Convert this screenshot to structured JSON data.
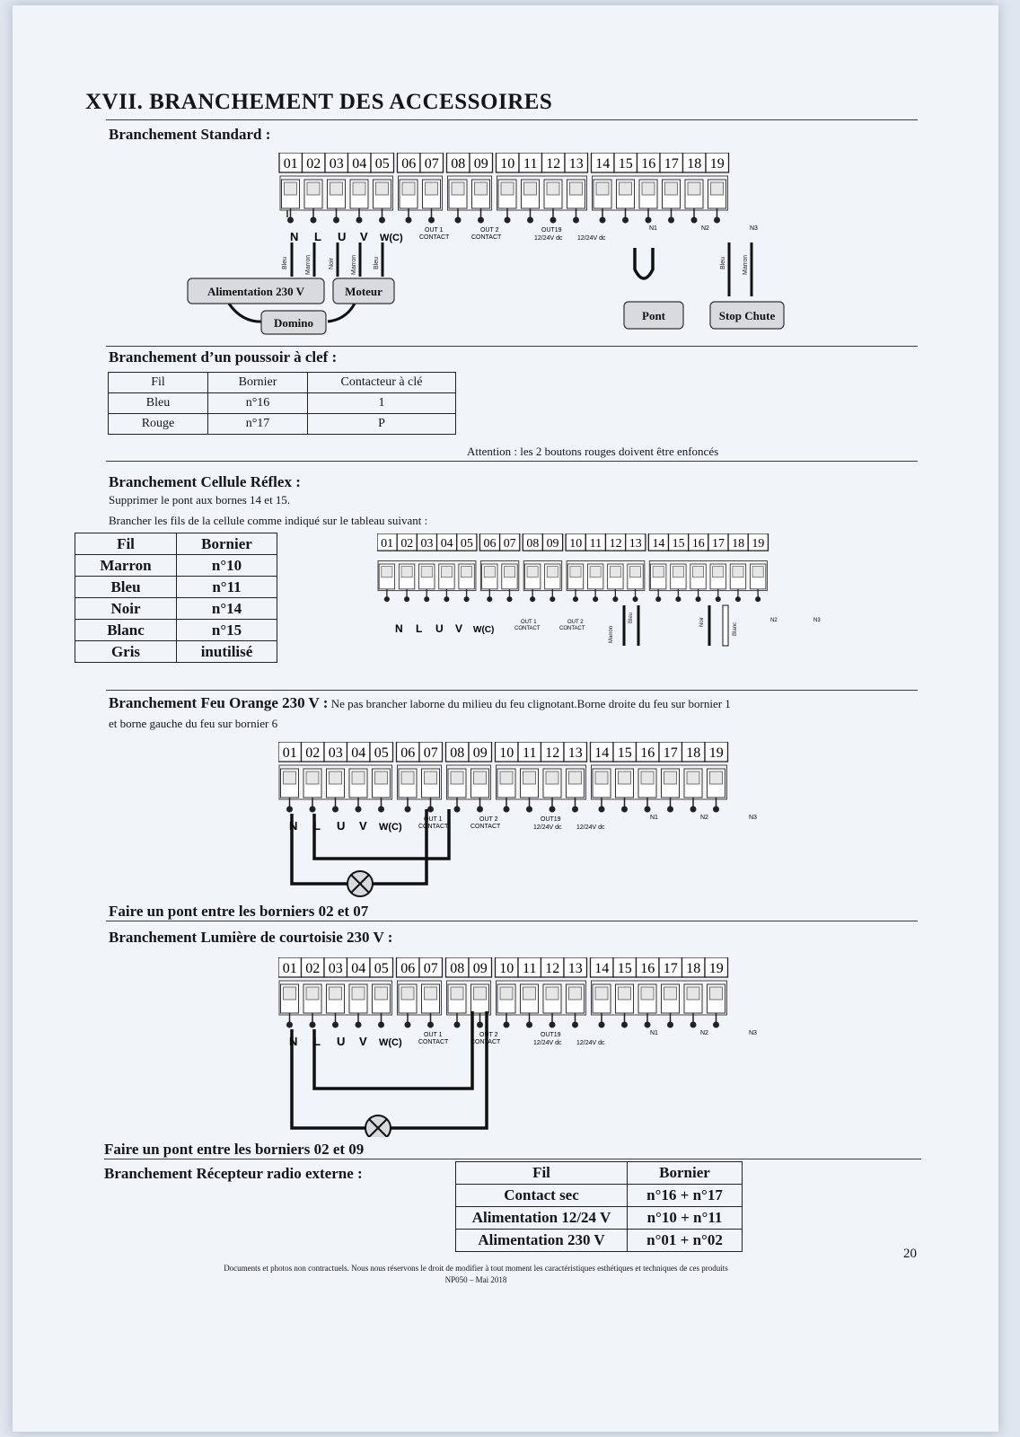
{
  "page": {
    "title": "XVII.   BRANCHEMENT DES ACCESSOIRES",
    "page_number": "20",
    "footer_line1": "Documents et photos non contractuels. Nous nous réservons  le droit de modifier à tout moment les caractéristiques esthétiques et techniques de ces produits",
    "footer_line2": "NP050 – Mai 2018"
  },
  "terminals": [
    "01",
    "02",
    "03",
    "04",
    "05",
    "06",
    "07",
    "08",
    "09",
    "10",
    "11",
    "12",
    "13",
    "14",
    "15",
    "16",
    "17",
    "18",
    "19"
  ],
  "labels": {
    "phase": [
      "N",
      "L",
      "U",
      "V",
      "W(C)"
    ],
    "out1": "OUT 1",
    "out2": "OUT 2",
    "contact": "CONTACT",
    "out19": "OUT19",
    "dc1": "12/24V dc",
    "dc2": "12/24V dc",
    "n1": "N1",
    "n2": "N2",
    "n3": "N3"
  },
  "sections": {
    "standard": {
      "heading": "Branchement Standard :",
      "wire_bleu": "Bleu",
      "wire_marron": "Marron",
      "wire_noir": "Noir",
      "box_alim": "Alimentation 230 V",
      "box_moteur": "Moteur",
      "box_domino": "Domino",
      "box_pont": "Pont",
      "box_stop": "Stop Chute"
    },
    "poussoir": {
      "heading": "Branchement d’un poussoir à clef :",
      "headers": [
        "Fil",
        "Bornier",
        "Contacteur à clé"
      ],
      "rows": [
        [
          "Bleu",
          "n°16",
          "1"
        ],
        [
          "Rouge",
          "n°17",
          "P"
        ]
      ],
      "note": "Attention : les 2 boutons rouges doivent être enfoncés"
    },
    "cellule": {
      "heading": "Branchement Cellule Réflex :",
      "line1": "Supprimer le pont aux bornes 14 et 15.",
      "line2": "Brancher les fils de la cellule comme indiqué sur le tableau suivant :",
      "headers": [
        "Fil",
        "Bornier"
      ],
      "rows": [
        [
          "Marron",
          "n°10"
        ],
        [
          "Bleu",
          "n°11"
        ],
        [
          "Noir",
          "n°14"
        ],
        [
          "Blanc",
          "n°15"
        ],
        [
          "Gris",
          "inutilisé"
        ]
      ],
      "wire_marron": "Marron",
      "wire_bleu": "Bleu",
      "wire_noir": "Noir",
      "wire_blanc": "Blanc"
    },
    "feu": {
      "heading": "Branchement Feu Orange 230 V :",
      "text_a": " Ne pas brancher laborne du milieu du feu clignotant.Borne droite du feu sur bornier 1",
      "text_b": "et borne gauche du feu sur bornier 6",
      "note": "Faire un pont entre les borniers 02 et 07"
    },
    "courtoisie": {
      "heading": "Branchement Lumière de courtoisie 230 V :",
      "note": "Faire un pont entre les borniers 02 et 09"
    },
    "recepteur": {
      "heading": "Branchement Récepteur radio externe :",
      "headers": [
        "Fil",
        "Bornier"
      ],
      "rows": [
        [
          "Contact sec",
          "n°16 + n°17"
        ],
        [
          "Alimentation 12/24 V",
          "n°10 + n°11"
        ],
        [
          "Alimentation 230 V",
          "n°01 + n°02"
        ]
      ]
    }
  }
}
